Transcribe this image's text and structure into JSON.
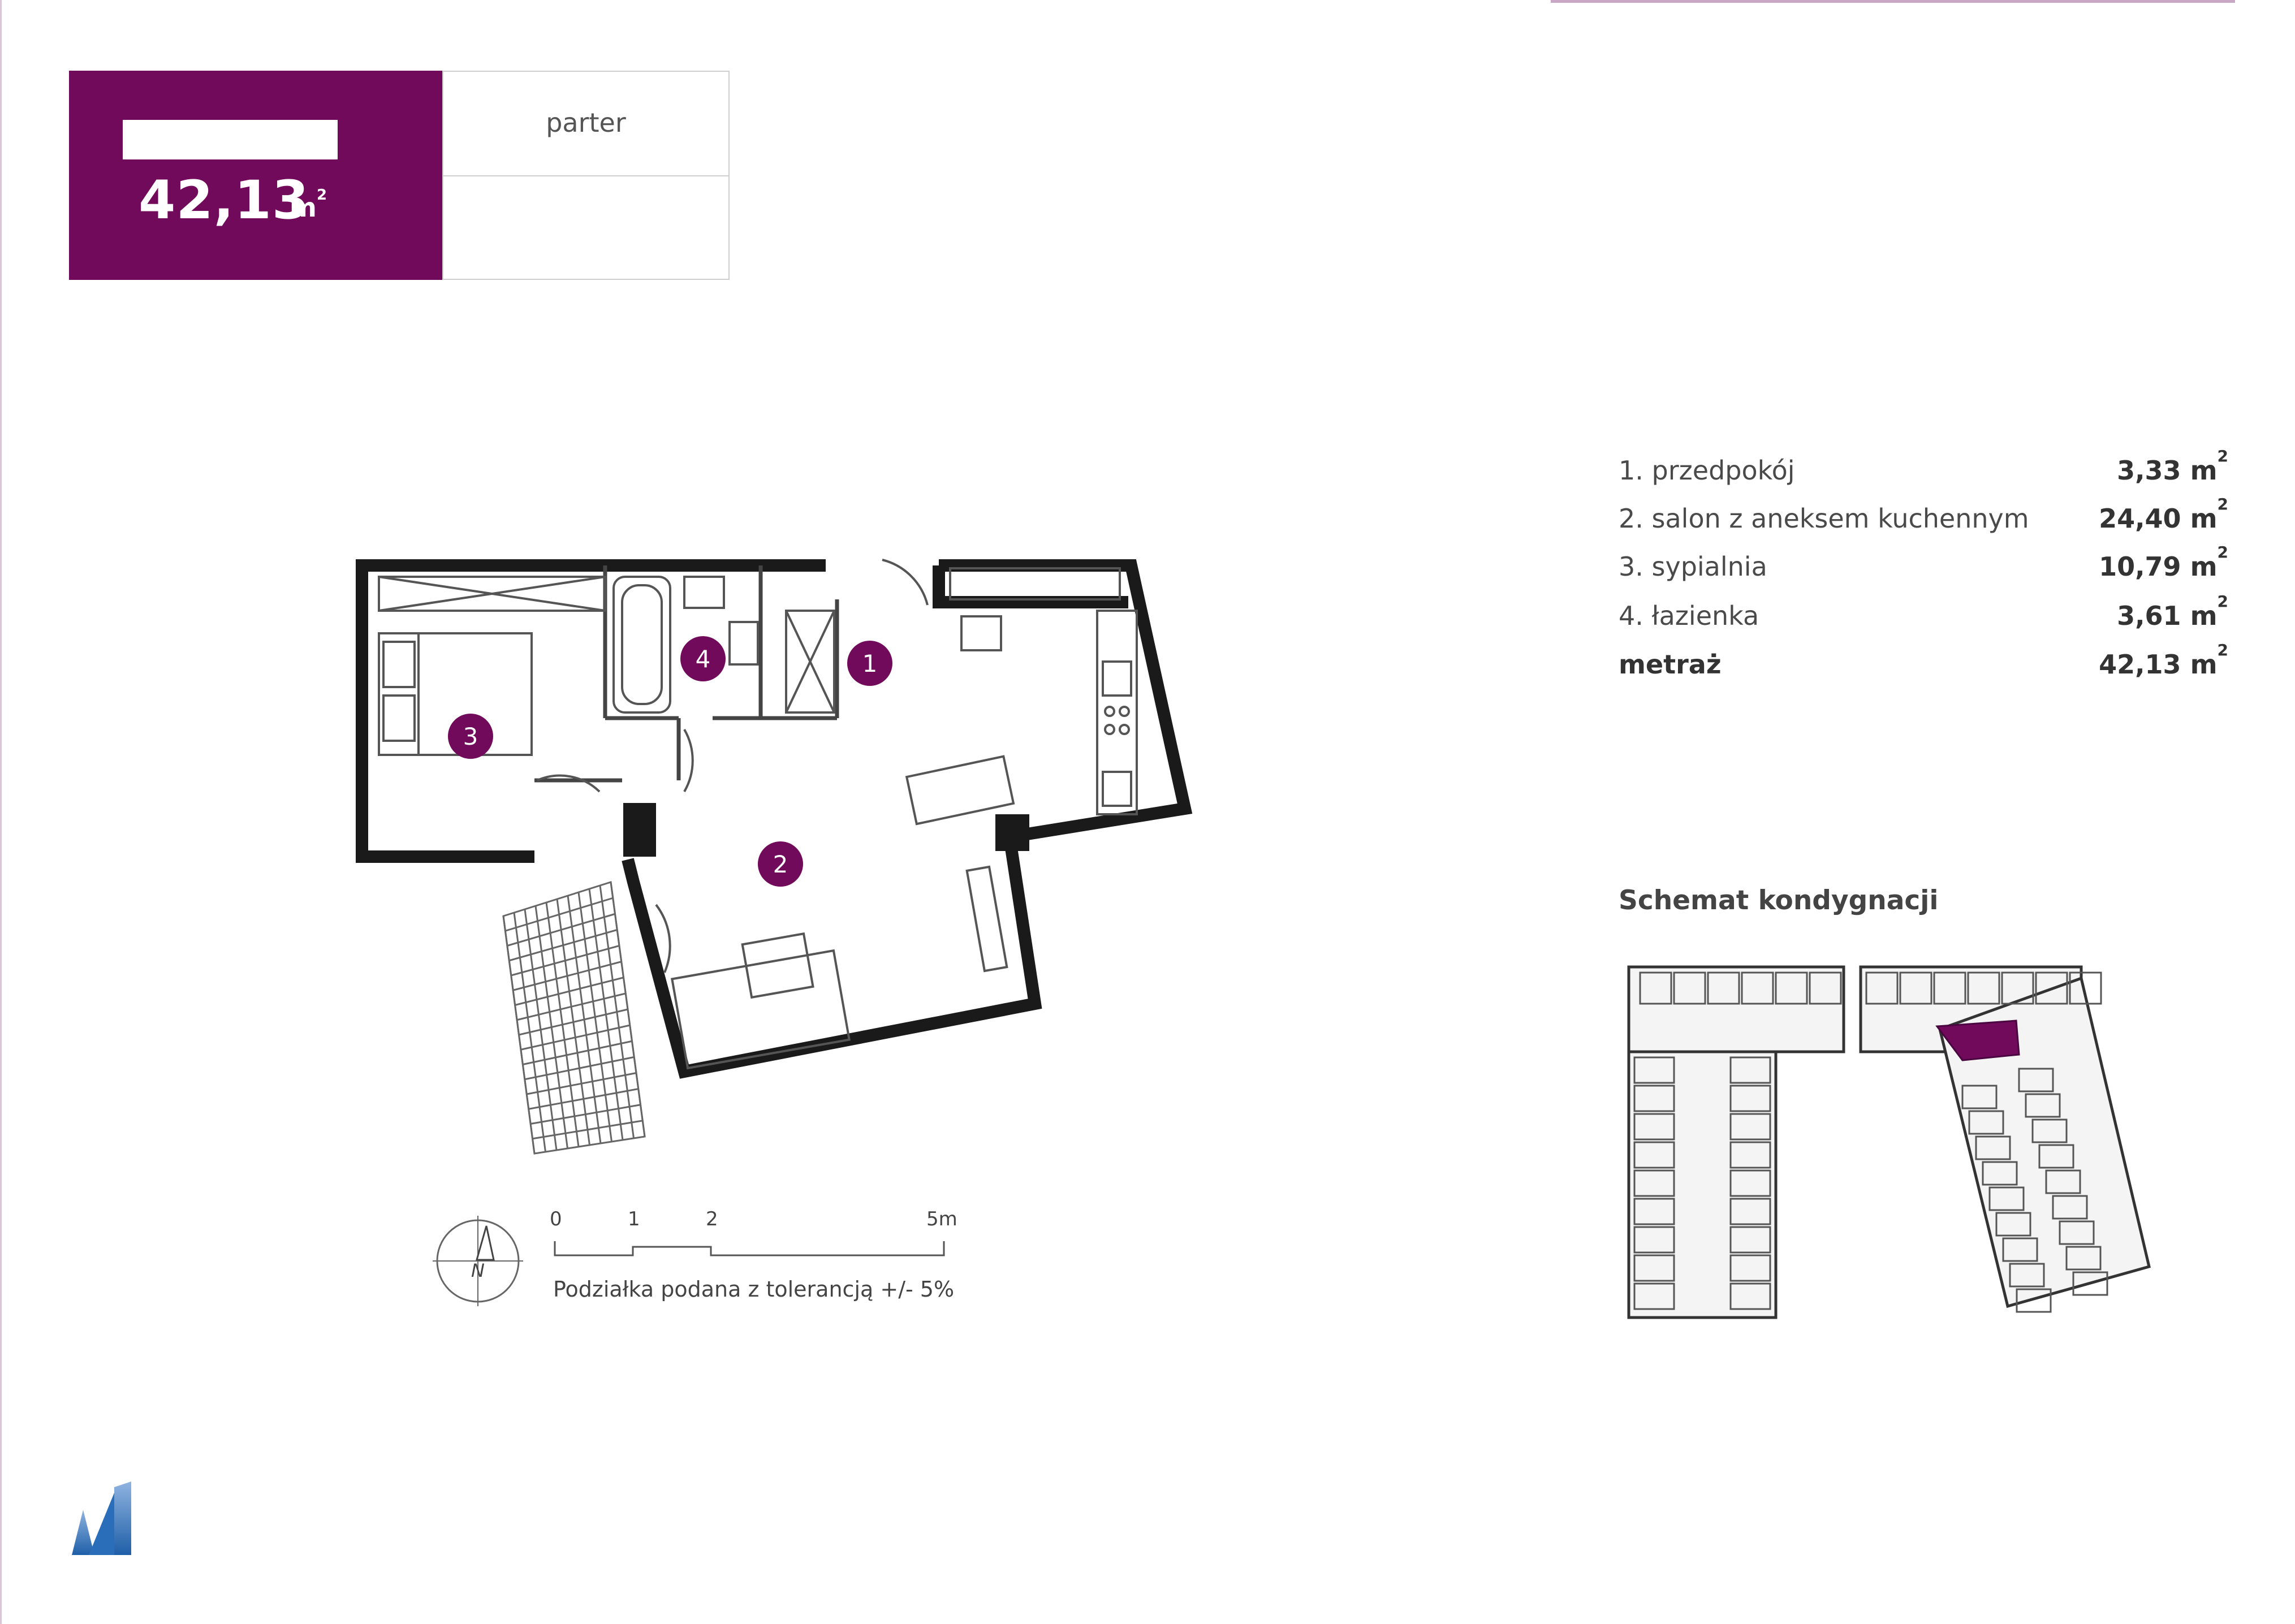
{
  "header": {
    "area_value": "42,13",
    "area_unit": "m",
    "area_unit_sup": "2",
    "floor": "parter"
  },
  "rooms": [
    {
      "label": "1. przedpokój",
      "area": "3,33 m",
      "sup": "2"
    },
    {
      "label": "2. salon z aneksem kuchennym",
      "area": "24,40 m",
      "sup": "2"
    },
    {
      "label": "3. sypialnia",
      "area": "10,79 m",
      "sup": "2"
    },
    {
      "label": "4. łazienka",
      "area": "3,61 m",
      "sup": "2"
    }
  ],
  "total": {
    "label": "metraż",
    "area": "42,13 m",
    "sup": "2"
  },
  "plan": {
    "room_markers": [
      "1",
      "2",
      "3",
      "4"
    ],
    "compass_label": "N",
    "scale_ticks": [
      "0",
      "1",
      "2",
      "5m"
    ],
    "scale_note": "Podziałka podana z tolerancją +/- 5%"
  },
  "schema": {
    "title": "Schemat kondygnacji"
  },
  "colors": {
    "brand": "#720a5c",
    "highlight": "#720a5c",
    "wall": "#1a1a1a"
  },
  "icons": [
    "compass-icon",
    "logo-icon"
  ]
}
